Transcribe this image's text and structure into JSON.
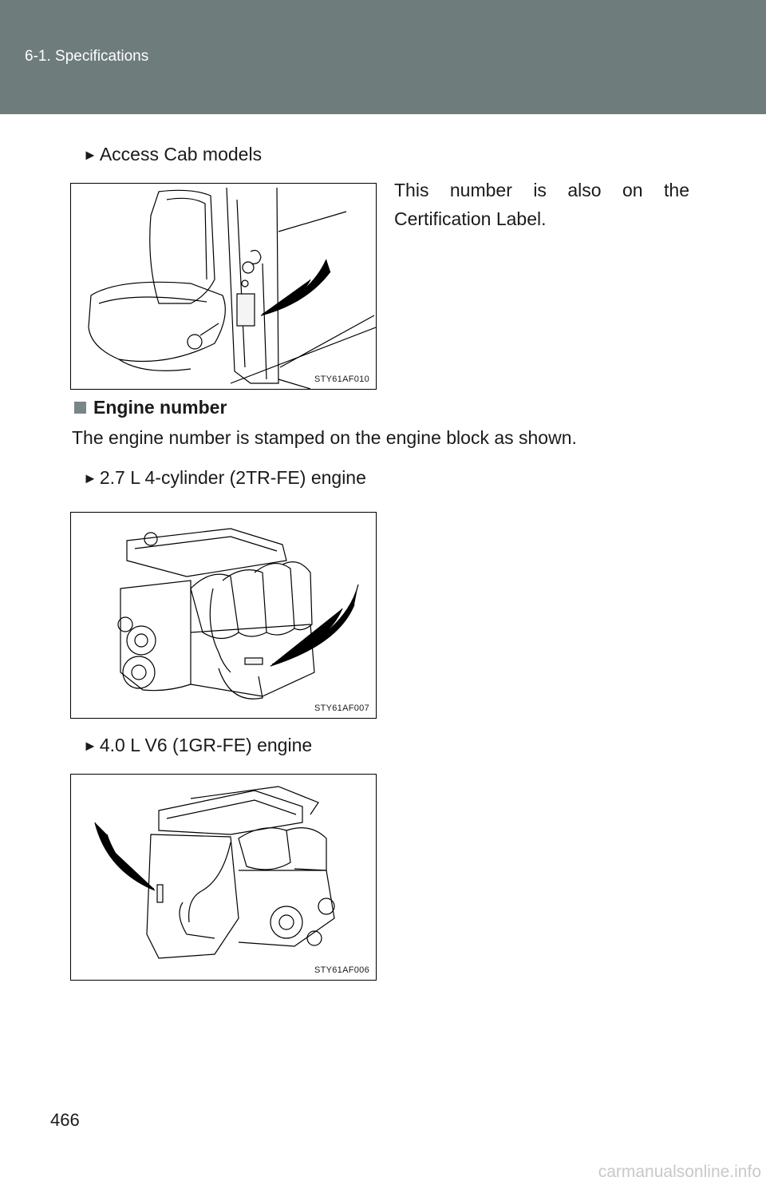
{
  "header": {
    "section": "6-1. Specifications"
  },
  "access_cab": {
    "arrow": "►",
    "heading": "Access Cab models",
    "note": "This number is also on the Certification Label.",
    "figure_code": "STY61AF010"
  },
  "engine_number": {
    "title": "Engine number",
    "description": "The engine number is stamped on the engine block as shown.",
    "engines": [
      {
        "arrow": "►",
        "label": "2.7 L 4-cylinder (2TR-FE) engine",
        "figure_code": "STY61AF007"
      },
      {
        "arrow": "►",
        "label": "4.0 L V6 (1GR-FE) engine",
        "figure_code": "STY61AF006"
      }
    ]
  },
  "page_number": "466",
  "watermark": "carmanualsonline.info"
}
